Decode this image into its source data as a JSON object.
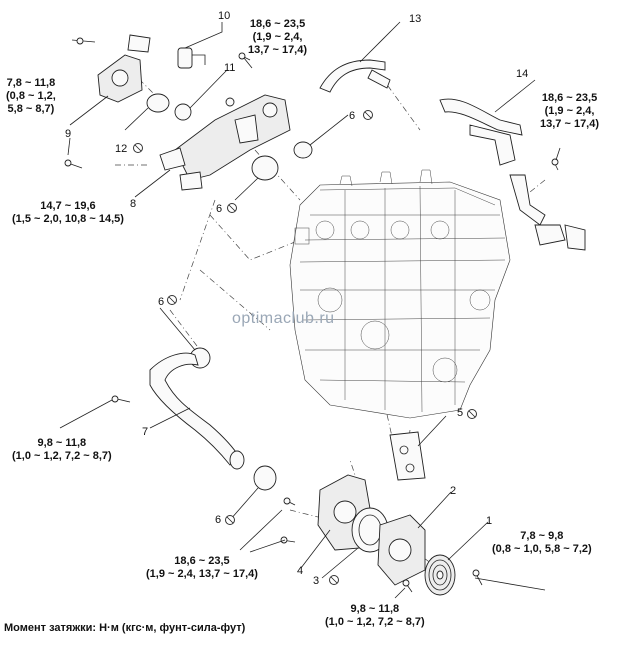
{
  "parts": [
    {
      "num": "1"
    },
    {
      "num": "2"
    },
    {
      "num": "3"
    },
    {
      "num": "4"
    },
    {
      "num": "5"
    },
    {
      "num": "6"
    },
    {
      "num": "7"
    },
    {
      "num": "8"
    },
    {
      "num": "9"
    },
    {
      "num": "10"
    },
    {
      "num": "11"
    },
    {
      "num": "12"
    },
    {
      "num": "13"
    },
    {
      "num": "14"
    }
  ],
  "torques": {
    "t_top_left": "7,8 ~ 11,8\n(0,8 ~ 1,2,\n5,8 ~ 8,7)",
    "t_top_center": "18,6 ~ 23,5\n(1,9 ~ 2,4,\n13,7 ~ 17,4)",
    "t_right": "18,6 ~ 23,5\n(1,9 ~ 2,4,\n13,7 ~ 17,4)",
    "t_left_mid": "14,7 ~ 19,6\n(1,5 ~ 2,0, 10,8 ~ 14,5)",
    "t_left_low": "9,8 ~ 11,8\n(1,0 ~ 1,2, 7,2 ~ 8,7)",
    "t_bottom_center": "18,6 ~ 23,5\n(1,9 ~ 2,4, 13,7 ~ 17,4)",
    "t_bottom_right": "7,8 ~ 9,8\n(0,8 ~ 1,0, 5,8 ~ 7,2)",
    "t_bottom": "9,8 ~ 11,8\n(1,0 ~ 1,2, 7,2 ~ 8,7)"
  },
  "watermark": "optimaclub.ru",
  "legend": "Момент затяжки: Н·м (кгс·м, фунт-сила-фут)"
}
